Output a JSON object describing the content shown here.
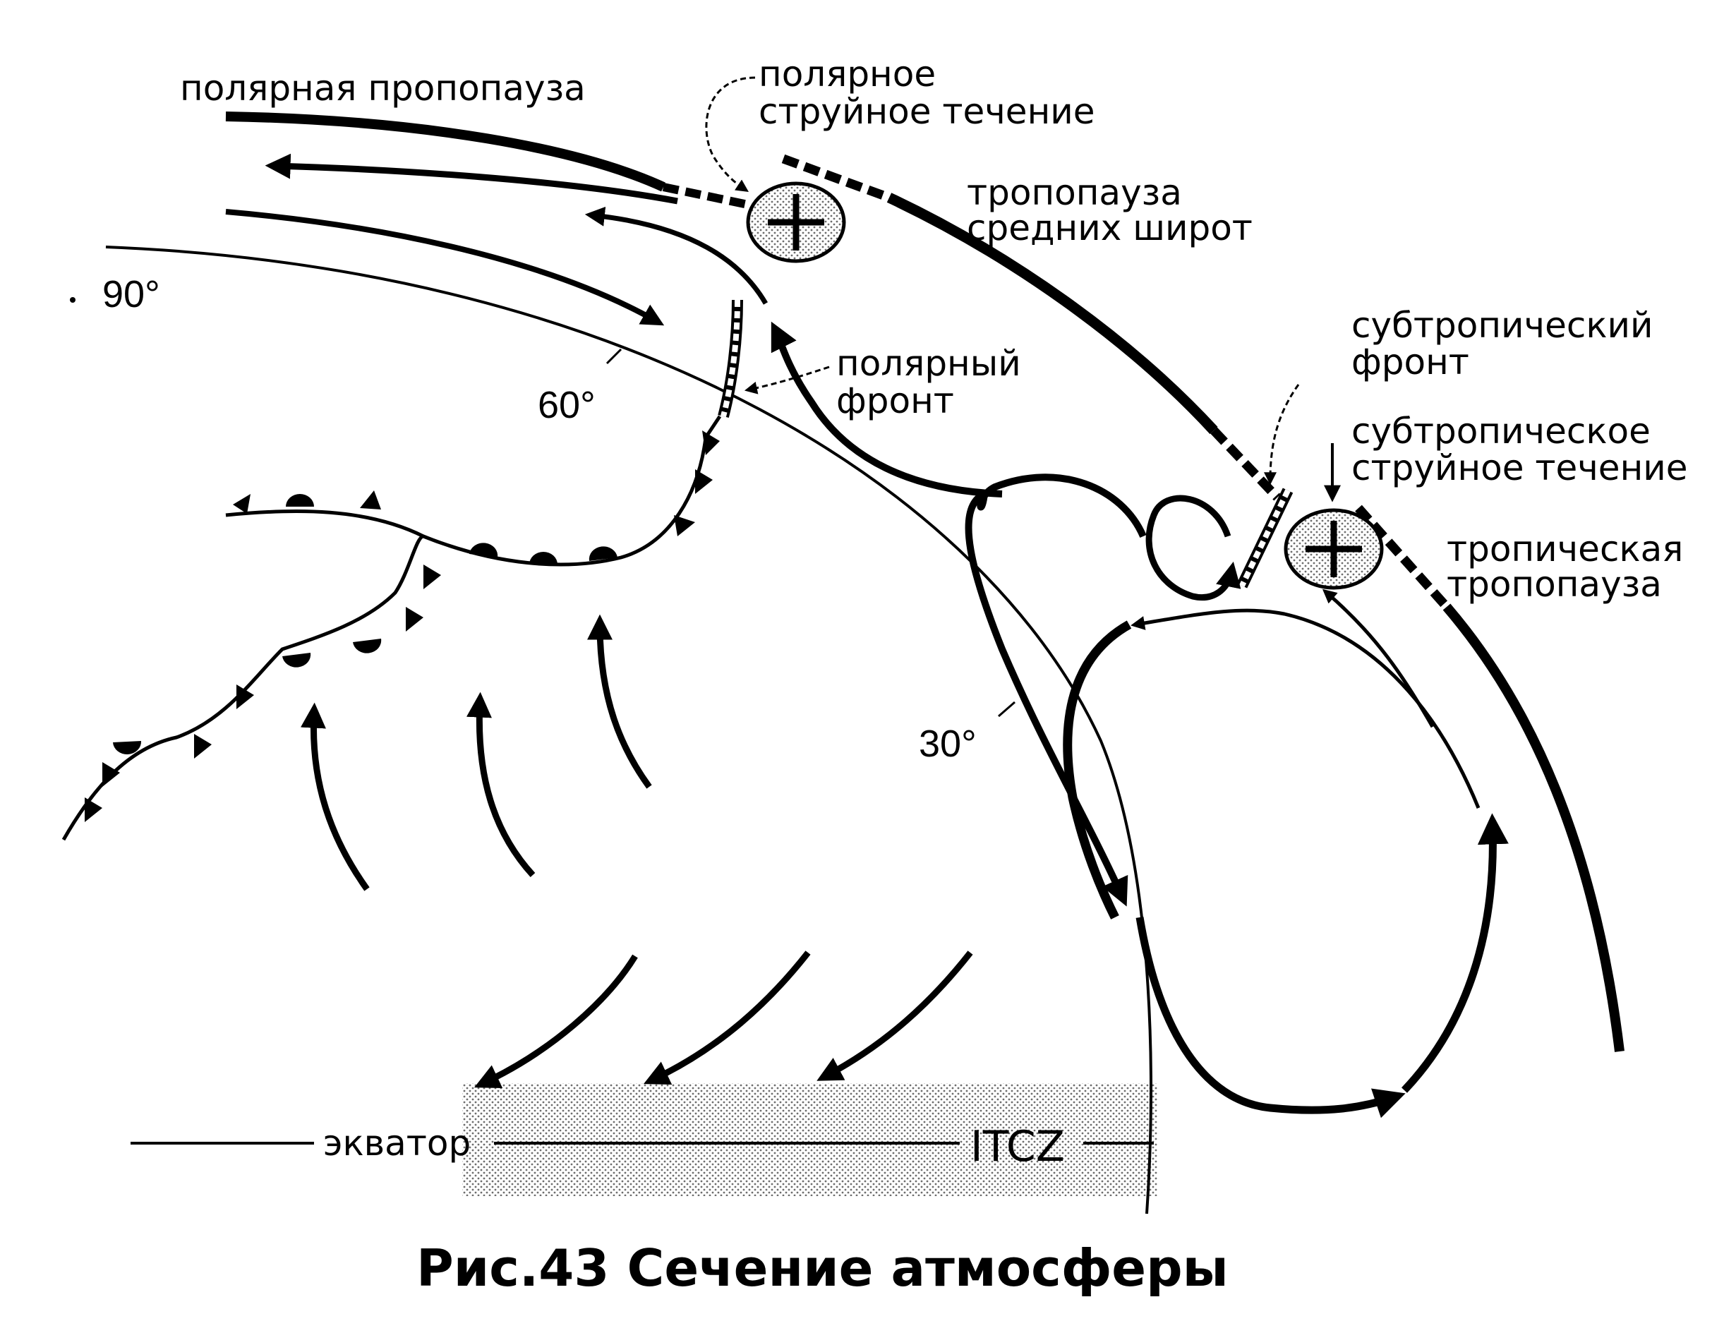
{
  "labels": {
    "polar_tropopause": "полярная пропопауза",
    "polar_jet_1": "полярное",
    "polar_jet_2": "струйное течение",
    "midlat_tropopause_1": "тропопауза",
    "midlat_tropopause_2": "средних широт",
    "subtropical_front_1": "субтропический",
    "subtropical_front_2": "фронт",
    "subtropical_jet_1": "субтропическое",
    "subtropical_jet_2": "струйное течение",
    "tropical_tropopause_1": "тропическая",
    "tropical_tropopause_2": "тропопауза",
    "polar_front_1": "полярный",
    "polar_front_2": "фронт",
    "equator": "экватор",
    "itcz": "ITCZ"
  },
  "latitudes": {
    "lat90": "90°",
    "lat60": "60°",
    "lat30": "30°"
  },
  "caption": "Рис.43 Сечение атмосферы",
  "colors": {
    "ink": "#000000",
    "paper": "#ffffff",
    "dots": "#7a7a7a"
  },
  "icons": {
    "jet_core": "circled-plus-icon",
    "front_cold": "triangle-barb-icon",
    "front_warm": "semicircle-barb-icon"
  }
}
